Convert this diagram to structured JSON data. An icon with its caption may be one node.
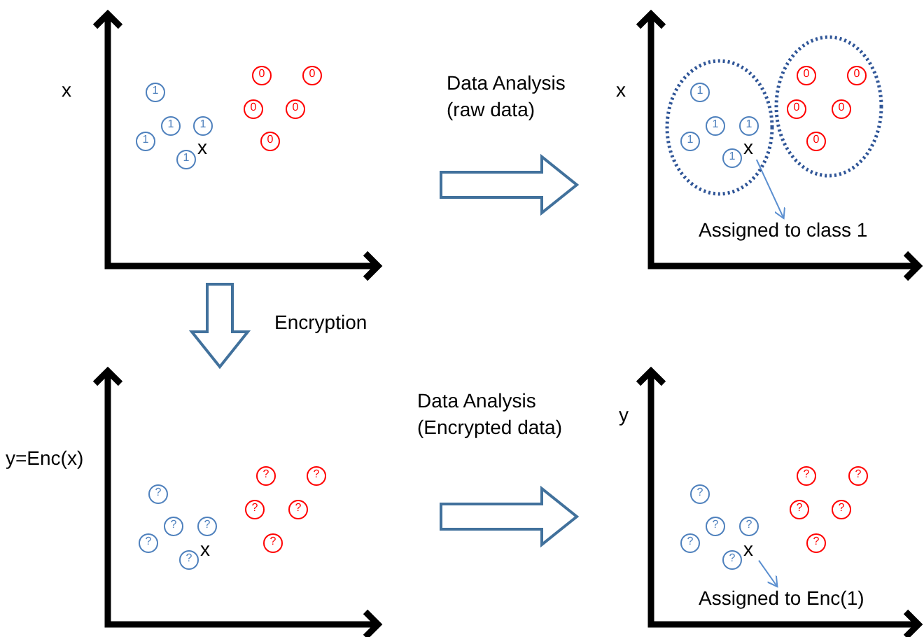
{
  "diagram": {
    "nodes": [
      {
        "text": [
          "x"
        ]
      },
      {
        "text": [
          "1"
        ],
        "in": 0
      },
      {
        "text": [
          "1"
        ],
        "in": 0
      },
      {
        "text": [
          "1"
        ],
        "in": 0
      },
      {
        "text": [
          "1"
        ],
        "in": 0
      },
      {
        "text": [
          "1"
        ],
        "in": 0
      },
      {
        "text": [
          "0"
        ],
        "in": 0
      },
      {
        "text": [
          "0"
        ],
        "in": 0
      },
      {
        "text": [
          "0"
        ],
        "in": 0
      },
      {
        "text": [
          "0"
        ],
        "in": 0
      },
      {
        "text": [
          "0"
        ],
        "in": 0
      },
      {
        "text": [
          "x"
        ]
      },
      {
        "text": [],
        "shape": "ellipse",
        "in": 11
      },
      {
        "text": [
          "1"
        ],
        "in": 12
      },
      {
        "text": [
          "1"
        ],
        "in": 12
      },
      {
        "text": [
          "1"
        ],
        "in": 12
      },
      {
        "text": [
          "1"
        ],
        "in": 12
      },
      {
        "text": [
          "1"
        ],
        "in": 12
      },
      {
        "text": [
          "x"
        ],
        "in": 12
      },
      {
        "text": [],
        "shape": "ellipse",
        "in": 11
      },
      {
        "text": [
          "0"
        ],
        "in": 19
      },
      {
        "text": [
          "0"
        ],
        "in": 19
      },
      {
        "text": [
          "0"
        ],
        "in": 19
      },
      {
        "text": [
          "0"
        ],
        "in": 19
      },
      {
        "text": [
          "0"
        ],
        "in": 19
      },
      {
        "text": [
          "Assigned to class 1"
        ],
        "in": 11
      },
      {
        "text": [
          "y=Enc(x)"
        ]
      },
      {
        "text": [
          "?"
        ],
        "in": 26
      },
      {
        "text": [
          "?"
        ],
        "in": 26
      },
      {
        "text": [
          "?"
        ],
        "in": 26
      },
      {
        "text": [
          "?"
        ],
        "in": 26
      },
      {
        "text": [
          "?"
        ],
        "in": 26
      },
      {
        "text": [
          "?"
        ],
        "in": 26
      },
      {
        "text": [
          "?"
        ],
        "in": 26
      },
      {
        "text": [
          "?"
        ],
        "in": 26
      },
      {
        "text": [
          "?"
        ],
        "in": 26
      },
      {
        "text": [
          "?"
        ],
        "in": 26
      },
      {
        "text": [
          "y"
        ]
      },
      {
        "text": [
          "?"
        ],
        "in": 37
      },
      {
        "text": [
          "?"
        ],
        "in": 37
      },
      {
        "text": [
          "?"
        ],
        "in": 37
      },
      {
        "text": [
          "?"
        ],
        "in": 37
      },
      {
        "text": [
          "?"
        ],
        "in": 37
      },
      {
        "text": [
          "x"
        ],
        "in": 37
      },
      {
        "text": [
          "?"
        ],
        "in": 37
      },
      {
        "text": [
          "?"
        ],
        "in": 37
      },
      {
        "text": [
          "?"
        ],
        "in": 37
      },
      {
        "text": [
          "?"
        ],
        "in": 37
      },
      {
        "text": [
          "?"
        ],
        "in": 37
      },
      {
        "text": [
          "Assigned to Enc(1)"
        ],
        "in": 37
      }
    ],
    "edges": [
      {
        "from": 0,
        "to": 11,
        "arrow": "to",
        "label": "Data Analysis (raw data)",
        "style": "thick"
      },
      {
        "from": 0,
        "to": 26,
        "arrow": "to",
        "label": "Encryption",
        "style": "thick"
      },
      {
        "from": 26,
        "to": 37,
        "arrow": "to",
        "label": "Data Analysis (Encrypted data)",
        "style": "thick"
      },
      {
        "from": 18,
        "to": 25,
        "arrow": "to"
      },
      {
        "from": 43,
        "to": 49,
        "arrow": "to"
      }
    ],
    "labels": [
      "x",
      "x"
    ]
  }
}
